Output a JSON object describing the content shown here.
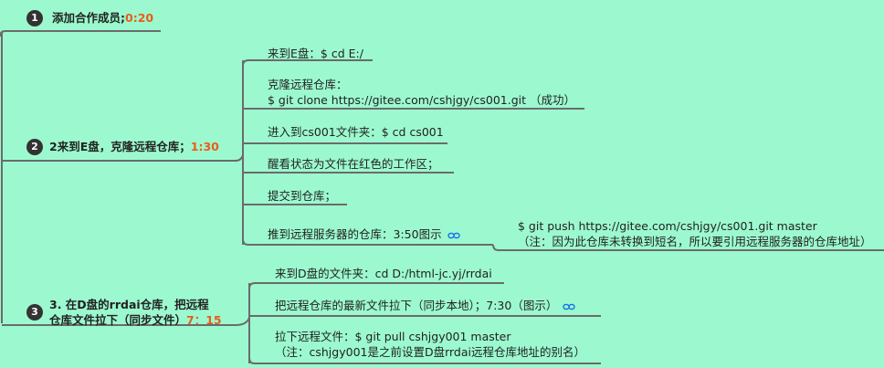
{
  "colors": {
    "background": "#9cf9cf",
    "line": "#666666",
    "time": "#e85d1c",
    "link": "#1a73e8"
  },
  "branches": [
    {
      "number": "1",
      "title": "添加合作成员;",
      "time": "0:20",
      "children": []
    },
    {
      "number": "2",
      "title": "2来到E盘，克隆远程仓库；",
      "time": "1:30",
      "children": [
        {
          "lines": [
            "来到E盘：$ cd E:/"
          ]
        },
        {
          "lines": [
            "克隆远程仓库：",
            "$ git clone https://gitee.com/cshjgy/cs001.git （成功）"
          ]
        },
        {
          "lines": [
            "进入到cs001文件夹：$ cd cs001"
          ]
        },
        {
          "lines": [
            "醒看状态为文件在红色的工作区；"
          ]
        },
        {
          "lines": [
            "提交到仓库；"
          ]
        },
        {
          "lines": [
            "推到远程服务器的仓库：3:50图示"
          ],
          "icon": "link-icon",
          "children": [
            {
              "lines": [
                "$ git push https://gitee.com/cshjgy/cs001.git master",
                "（注：因为此仓库未转换到短名，所以要引用远程服务器的仓库地址）"
              ]
            }
          ]
        }
      ]
    },
    {
      "number": "3",
      "title_lines": [
        "3. 在D盘的rrdai仓库，把远程",
        "仓库文件拉下（同步文件）"
      ],
      "time": "7：15",
      "children": [
        {
          "lines": [
            "来到D盘的文件夹：cd D:/html-jc.yj/rrdai"
          ]
        },
        {
          "lines": [
            "把远程仓库的最新文件拉下（同步本地）；7:30（图示）"
          ],
          "icon": "link-icon"
        },
        {
          "lines": [
            "拉下远程文件：$ git pull cshjgy001 master",
            "（注：cshjgy001是之前设置D盘rrdai远程仓库地址的别名）"
          ]
        }
      ]
    }
  ]
}
